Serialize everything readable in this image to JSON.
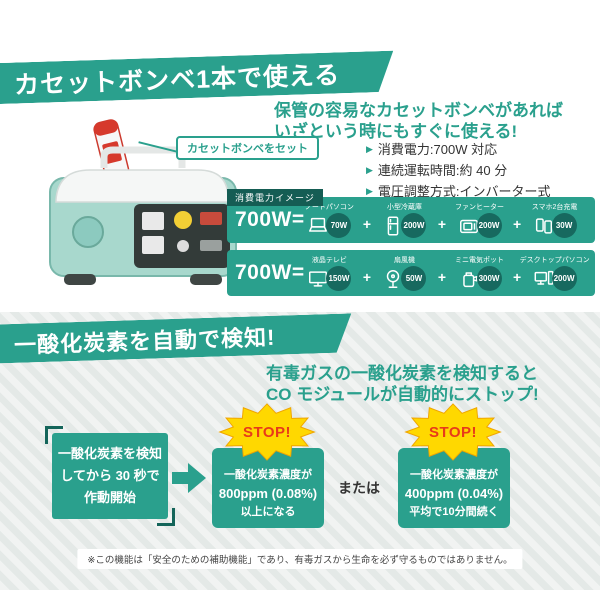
{
  "colors": {
    "teal": "#2aa08d",
    "teal_dark": "#17695f",
    "burst_yellow": "#ffd800",
    "stop_red": "#e8391a"
  },
  "icons": {
    "bullet": "▶",
    "plus": "+"
  },
  "top_section": {
    "banner": "カセットボンベ1本で使える",
    "product_callout": "カセットボンベをセット",
    "headline": [
      "保管の容易なカセットボンベがあれば",
      "いざという時にもすぐに使える!"
    ],
    "specs": [
      "消費電力:700W 対応",
      "連続運転時間:約 40 分",
      "電圧調整方式:インバーター式"
    ],
    "power_table": {
      "tag": "消費電力イメージ",
      "rows": [
        {
          "total": "700W=",
          "items": [
            {
              "name": "ノートパソコン",
              "watt": "70W",
              "icon": "laptop-icon"
            },
            {
              "name": "小型冷蔵庫",
              "watt": "200W",
              "icon": "fridge-icon"
            },
            {
              "name": "ファンヒーター",
              "watt": "200W",
              "icon": "heater-icon"
            },
            {
              "name": "スマホ2台充電",
              "watt": "30W",
              "icon": "smartphone-icon"
            }
          ]
        },
        {
          "total": "700W=",
          "items": [
            {
              "name": "液晶テレビ",
              "watt": "150W",
              "icon": "tv-icon"
            },
            {
              "name": "扇風機",
              "watt": "50W",
              "icon": "fan-icon"
            },
            {
              "name": "ミニ電気ポット",
              "watt": "300W",
              "icon": "kettle-icon"
            },
            {
              "name": "デスクトップパソコン",
              "watt": "200W",
              "icon": "desktop-icon"
            }
          ]
        }
      ]
    }
  },
  "bottom_section": {
    "banner": "一酸化炭素を自動で検知!",
    "headline": [
      "有毒ガスの一酸化炭素を検知すると",
      "CO モジュールが自動的にストップ!"
    ],
    "detect_box": [
      "一酸化炭素を検知",
      "してから 30 秒で",
      "作動開始"
    ],
    "stop_badge": "STOP!",
    "condition_1": [
      "一酸化炭素濃度が",
      "800ppm (0.08%)",
      "以上になる"
    ],
    "or_label": "または",
    "condition_2": [
      "一酸化炭素濃度が",
      "400ppm (0.04%)",
      "平均で10分間続く"
    ],
    "footnote": "※この機能は「安全のための補助機能」であり、有毒ガスから生命を必ず守るものではありません。"
  }
}
